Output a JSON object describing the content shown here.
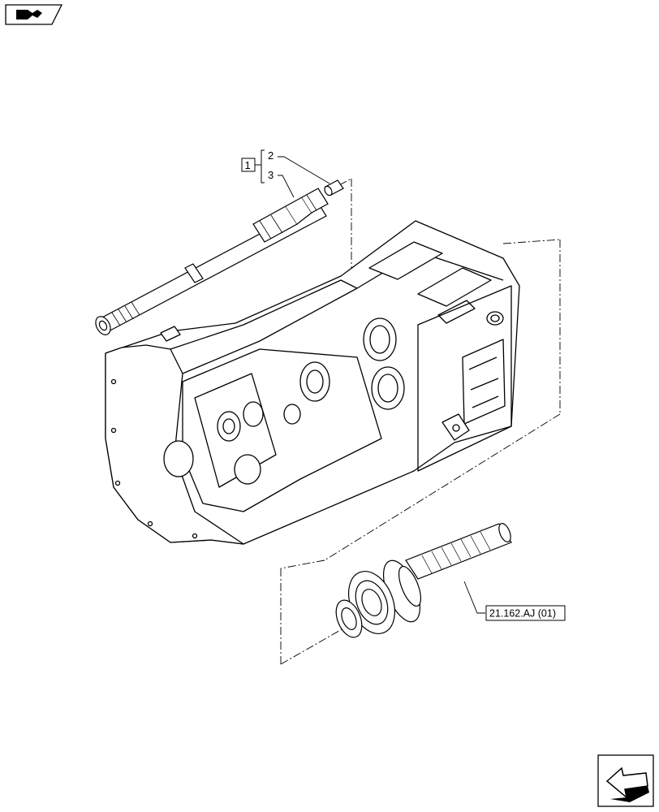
{
  "diagram": {
    "callout_group": "1",
    "callout_items": [
      "2",
      "3"
    ],
    "reference": "21.162.AJ (01)"
  },
  "icons": {
    "top_left": "book-arrow-icon",
    "bottom_right": "next-page-arrow-icon"
  },
  "colors": {
    "line": "#000000",
    "background": "#ffffff"
  }
}
